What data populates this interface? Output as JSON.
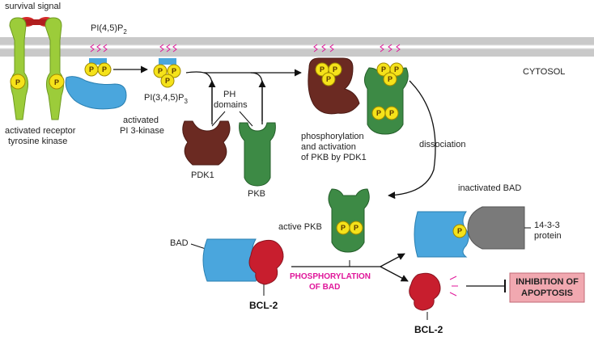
{
  "labels": {
    "survival_signal": "survival signal",
    "pi45p2_main": "PI(4,5)P",
    "pi45p2_sub": "2",
    "pi345p3_main": "PI(3,4,5)P",
    "pi345p3_sub": "3",
    "cytosol": "CYTOSOL",
    "activated_receptor_line1": "activated receptor",
    "activated_receptor_line2": "tyrosine kinase",
    "activated_pi3k_line1": "activated",
    "activated_pi3k_line2": "PI 3-kinase",
    "ph_domains_line1": "PH",
    "ph_domains_line2": "domains",
    "pdk1": "PDK1",
    "pkb": "PKB",
    "phospho_line1": "phosphorylation",
    "phospho_line2": "and activation",
    "phospho_line3": "of PKB by PDK1",
    "dissociation": "dissociation",
    "active_pkb": "active PKB",
    "inactivated_bad": "inactivated BAD",
    "protein_1433_line1": "14-3-3",
    "protein_1433_line2": "protein",
    "bad": "BAD",
    "bcl2_left": "BCL-2",
    "bcl2_right": "BCL-2",
    "phospho_bad_line1": "PHOSPHORYLATION",
    "phospho_bad_line2": "OF BAD",
    "inhibition_line1": "INHIBITION OF",
    "inhibition_line2": "APOPTOSIS",
    "phosphate": "P"
  },
  "colors": {
    "membrane": "#c9c9c9",
    "receptor_green": "#9ccc3a",
    "pi3k_blue": "#4aa6dd",
    "phosphate_yellow": "#f5e21a",
    "pdk1_brown": "#6b2a22",
    "pkb_green": "#3d8a45",
    "bad_blue": "#4aa6dd",
    "bcl2_red": "#c81e2e",
    "protein_1433_gray": "#7a7a7a",
    "inhibition_box": "#f1a8b0",
    "magenta_text": "#e0169a",
    "signal_red": "#d42a2a"
  }
}
